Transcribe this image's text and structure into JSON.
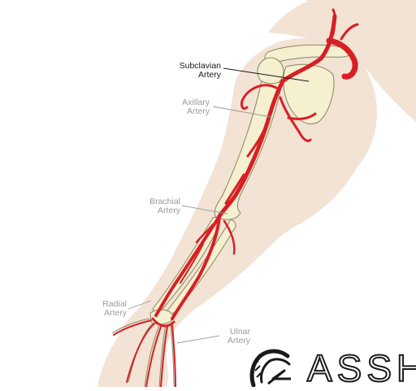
{
  "labels": {
    "subclavian": [
      "Subclavian",
      "Artery"
    ],
    "axillary": [
      "Axillary",
      "Artery"
    ],
    "brachial": [
      "Brachial",
      "Artery"
    ],
    "radial": [
      "Radial",
      "Artery"
    ],
    "ulnar": [
      "Ulnar",
      "Artery"
    ]
  },
  "logo": {
    "text": "ASSH"
  },
  "colors": {
    "skin": "#f2e3d4",
    "bone": "#f4f0d0",
    "bone_outline": "#8a8460",
    "artery": "#d81f26",
    "artery_dark": "#a8141a",
    "label_dark": "#1a1a1a",
    "label_grey": "#9a9a9a"
  }
}
